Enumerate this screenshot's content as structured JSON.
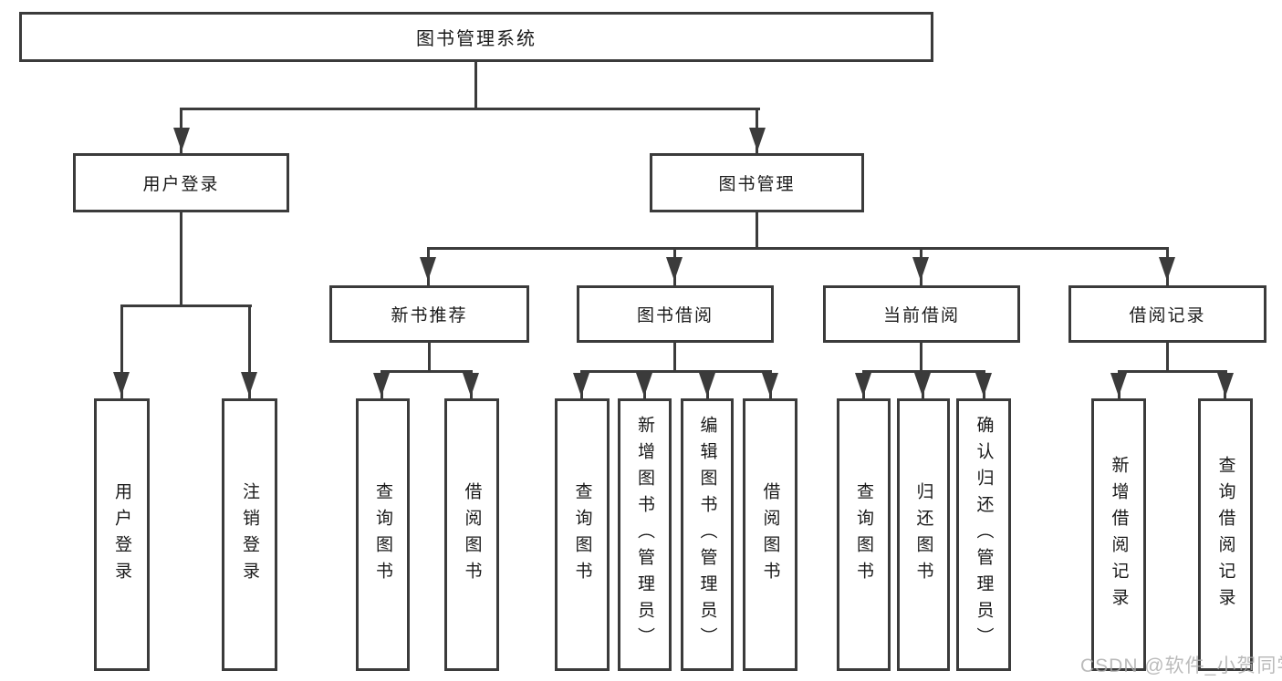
{
  "diagram_title": "图书管理系统",
  "nodes": {
    "root": {
      "label": "图书管理系统"
    },
    "user_login": {
      "label": "用户登录"
    },
    "book_mgmt": {
      "label": "图书管理"
    },
    "new_books": {
      "label": "新书推荐"
    },
    "book_borrow": {
      "label": "图书借阅"
    },
    "current_borrow": {
      "label": "当前借阅"
    },
    "borrow_records": {
      "label": "借阅记录"
    }
  },
  "leaves": {
    "user_login": [
      "用户登录",
      "注销登录"
    ],
    "new_books": [
      "查询图书",
      "借阅图书"
    ],
    "book_borrow": [
      "查询图书",
      "新增图书（管理员）",
      "编辑图书（管理员）",
      "借阅图书"
    ],
    "current_borrow": [
      "查询图书",
      "归还图书",
      "确认归还（管理员）"
    ],
    "borrow_records": [
      "新增借阅记录",
      "查询借阅记录"
    ]
  },
  "watermark": "CSDN @软件_小贺同学",
  "colors": {
    "line": "#3b3b3b",
    "text": "#1a1a1a",
    "background": "#ffffff",
    "watermark": "#ababab"
  }
}
